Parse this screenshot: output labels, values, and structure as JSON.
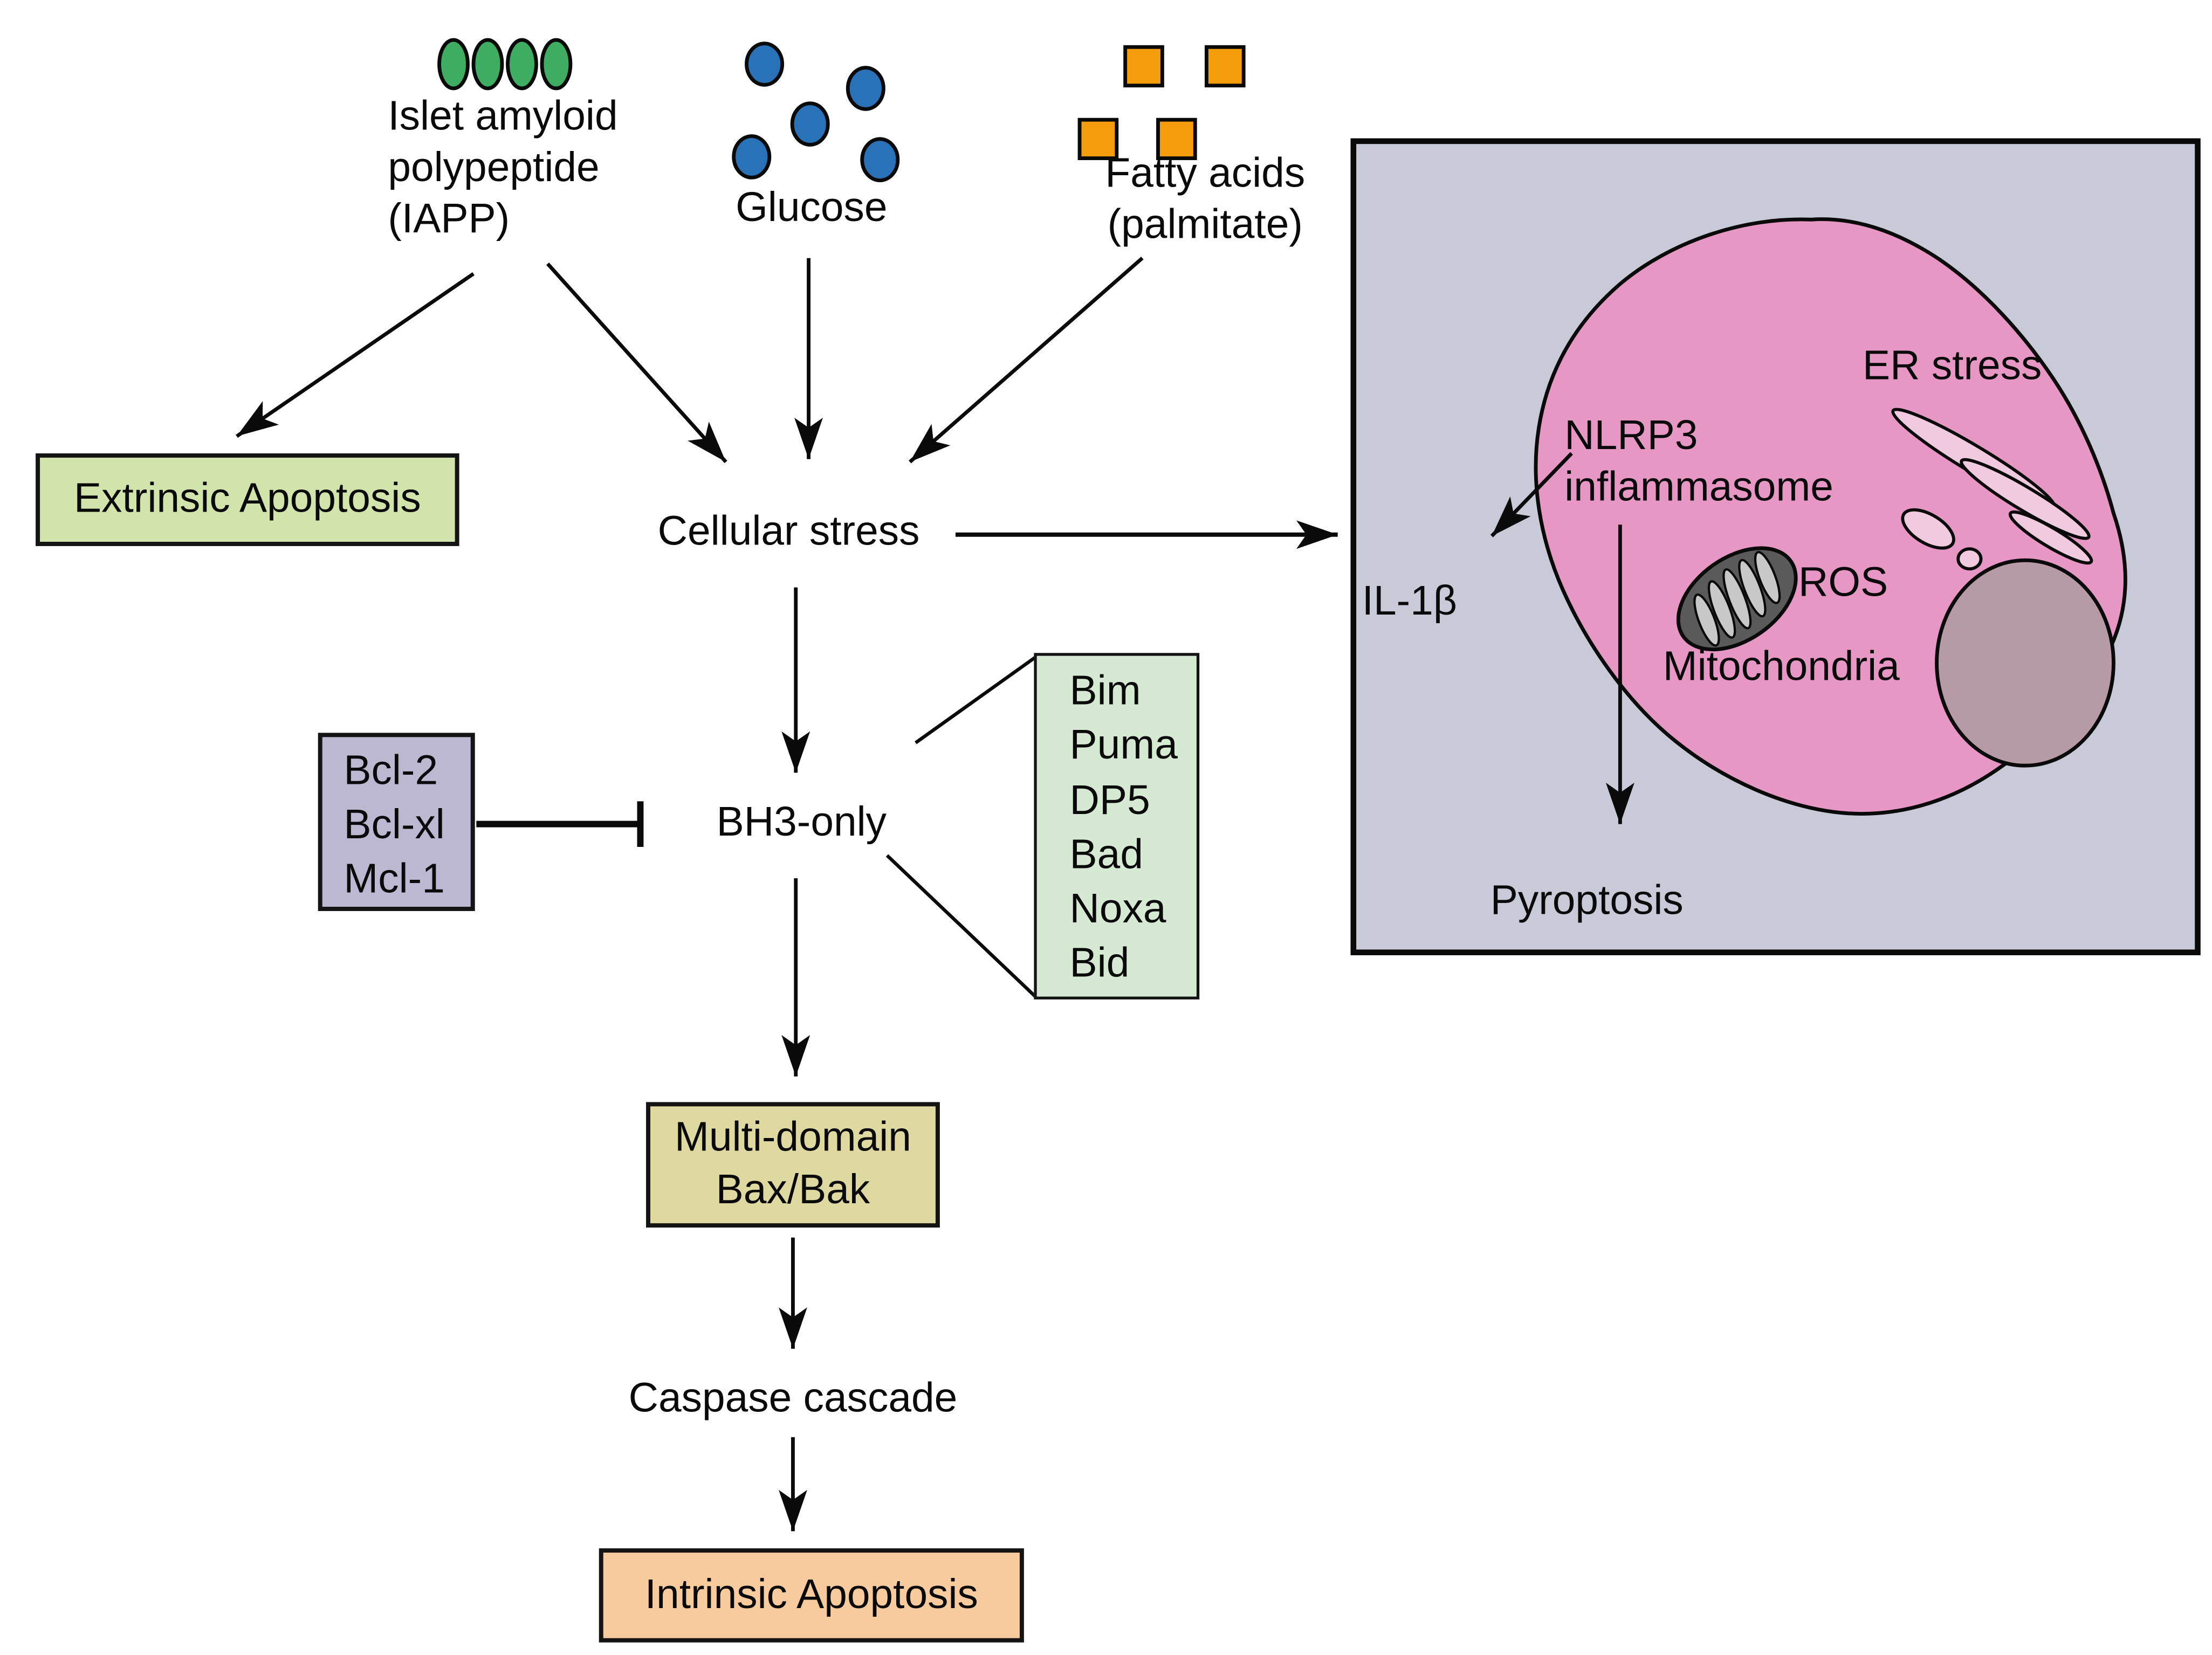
{
  "stimuli": {
    "iapp": {
      "lines": [
        "Islet amyloid",
        "polypeptide",
        "(IAPP)"
      ],
      "icon": "green-oval-fibrils",
      "icon_count": 4,
      "color": "#3EAC61"
    },
    "glucose": {
      "label": "Glucose",
      "icon": "blue-circles",
      "icon_count": 5,
      "color": "#2A72B8"
    },
    "fatty_acids": {
      "lines": [
        "Fatty acids",
        "(palmitate)"
      ],
      "icon": "orange-squares",
      "icon_count": 4,
      "color": "#F59C0B"
    }
  },
  "pathway": {
    "extrinsic": {
      "label": "Extrinsic Apoptosis",
      "fill": "#D2E3AC"
    },
    "cellular_stress": {
      "label": "Cellular stress"
    },
    "bh3_only": {
      "label": "BH3-only"
    },
    "bcl_inhibitors": {
      "items": [
        "Bcl-2",
        "Bcl-xl",
        "Mcl-1"
      ],
      "fill": "#BCB8D2"
    },
    "bh3_members": {
      "items": [
        "Bim",
        "Puma",
        "DP5",
        "Bad",
        "Noxa",
        "Bid"
      ],
      "fill": "#D6E9D3"
    },
    "multidomain": {
      "lines": [
        "Multi-domain",
        "Bax/Bak"
      ],
      "fill": "#DED9A1"
    },
    "caspase": {
      "label": "Caspase cascade"
    },
    "intrinsic": {
      "label": "Intrinsic Apoptosis",
      "fill": "#F8CB9E"
    }
  },
  "cell_panel": {
    "panel_fill": "#C8CBD7",
    "cell_fill": "#E697C3",
    "nucleus_fill": "#B69AA6",
    "mito_fill": "#5A5A5A",
    "mito_stripe_fill": "#C8C8C8",
    "er_fill": "#F0CADF",
    "labels": {
      "er_stress": "ER stress",
      "nlrp3": "NLRP3",
      "inflammasome": "inflammasome",
      "il1b": "IL-1β",
      "ros": "ROS",
      "mitochondria": "Mitochondria",
      "pyroptosis": "Pyroptosis"
    }
  }
}
